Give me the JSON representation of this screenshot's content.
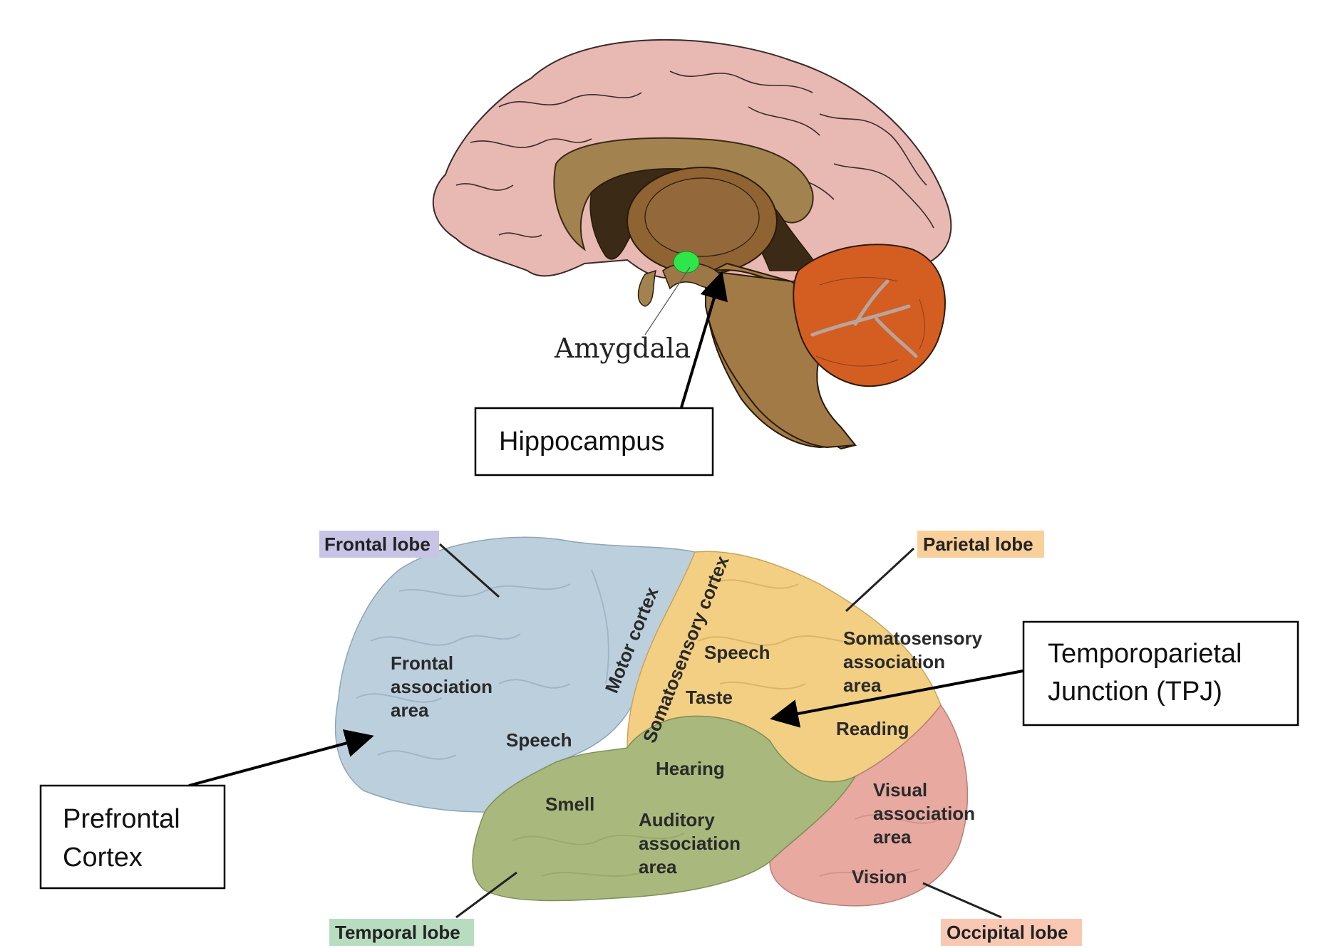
{
  "top_diagram": {
    "amygdala_label": "Amygdala",
    "hippocampus_label": "Hippocampus",
    "colors": {
      "cortex": "#e8b8b3",
      "corpus": "#a2834f",
      "ventricle": "#3b2a16",
      "thalamus": "#8f6332",
      "brainstem": "#a17a45",
      "cerebellum": "#d45d22",
      "amygdala": "#2ee64a"
    }
  },
  "bottom_diagram": {
    "lobes": {
      "frontal": "Frontal lobe",
      "parietal": "Parietal lobe",
      "temporal": "Temporal lobe",
      "occipital": "Occipital lobe"
    },
    "lobe_tag_colors": {
      "frontal": "#c7c4e6",
      "parietal": "#f9cf9a",
      "temporal": "#b8dcc0",
      "occipital": "#f8c8b3"
    },
    "areas": {
      "motor_cortex": "Motor cortex",
      "somatosensory_cortex": "Somatosensory cortex",
      "frontal_assoc": [
        "Frontal",
        "association",
        "area"
      ],
      "speech_frontal": "Speech",
      "speech_parietal": "Speech",
      "taste": "Taste",
      "somato_assoc": [
        "Somatosensory",
        "association",
        "area"
      ],
      "reading": "Reading",
      "hearing": "Hearing",
      "smell": "Smell",
      "auditory_assoc": [
        "Auditory",
        "association",
        "area"
      ],
      "visual_assoc": [
        "Visual",
        "association",
        "area"
      ],
      "vision": "Vision"
    },
    "callouts": {
      "tpj": [
        "Temporoparietal",
        "Junction (TPJ)"
      ],
      "prefrontal": [
        "Prefrontal",
        "Cortex"
      ]
    }
  }
}
